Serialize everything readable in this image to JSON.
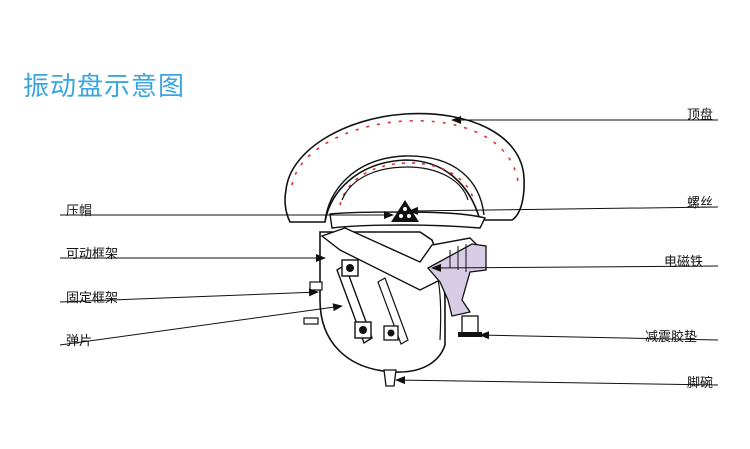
{
  "title": "振动盘示意图",
  "labels_left": {
    "press_cap": "压帽",
    "movable_frame": "可动框架",
    "fixed_frame": "固定框架",
    "spring_plate": "弹片"
  },
  "labels_right": {
    "top_plate": "顶盘",
    "screw": "螺丝",
    "electromagnet": "电磁铁",
    "damping_pad": "减震胶垫",
    "foot_bowl": "脚碗"
  },
  "colors": {
    "title": "#3aa6e0",
    "dashed_accent": "#e03030",
    "magnet_fill": "#d8cde6",
    "outline": "#111111"
  }
}
